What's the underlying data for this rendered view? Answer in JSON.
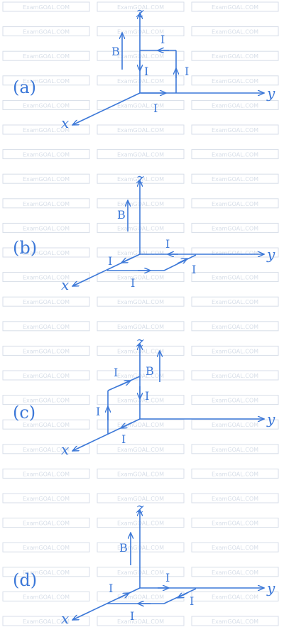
{
  "watermark": {
    "text": "ExamGOAL.COM",
    "color": "#d7dee8"
  },
  "colors": {
    "ink": "#3c78d8"
  },
  "axis_labels": {
    "x": "x",
    "y": "y",
    "z": "z"
  },
  "current_label": "I",
  "field_label": "B",
  "options": [
    {
      "id": "a",
      "label": "(a)"
    },
    {
      "id": "b",
      "label": "(b)"
    },
    {
      "id": "c",
      "label": "(c)"
    },
    {
      "id": "d",
      "label": "(d)"
    }
  ]
}
